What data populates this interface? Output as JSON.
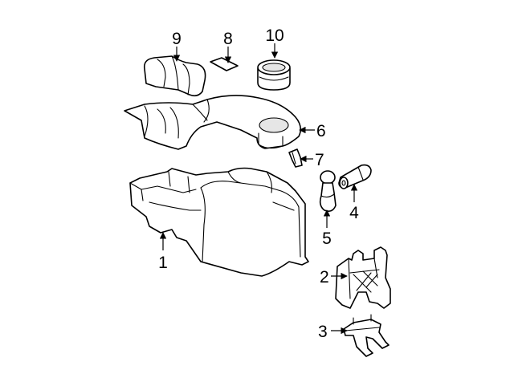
{
  "callouts": {
    "p1": "1",
    "p2": "2",
    "p3": "3",
    "p4": "4",
    "p5": "5",
    "p6": "6",
    "p7": "7",
    "p8": "8",
    "p9": "9",
    "p10": "10"
  },
  "colors": {
    "line": "#000000",
    "background": "#ffffff",
    "shade": "#e6e6e6"
  }
}
